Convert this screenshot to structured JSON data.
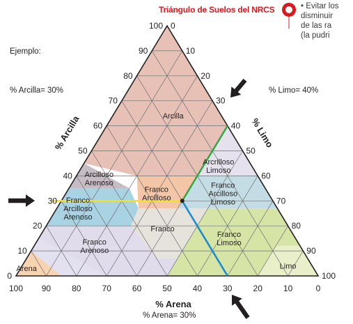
{
  "header": {
    "title": "Triángulo de Suelos del NRCS",
    "side_text": [
      "• Evitar los",
      "disminuir",
      "de las ra",
      "(la pudri"
    ]
  },
  "example": {
    "heading": "Ejemplo:",
    "clay": "% Arcilla= 30%",
    "silt": "% Limo= 40%",
    "sand": "% Arena= 30%"
  },
  "axes": {
    "clay_label": "% Arcilla",
    "silt_label": "% Limo",
    "sand_label": "% Arena",
    "clay_ticks": [
      "0",
      "10",
      "20",
      "30",
      "40",
      "50",
      "60",
      "70",
      "80",
      "90",
      "100"
    ],
    "silt_ticks": [
      "0",
      "10",
      "20",
      "30",
      "40",
      "50",
      "60",
      "70",
      "80",
      "90",
      "100"
    ],
    "sand_ticks": [
      "100",
      "90",
      "80",
      "70",
      "60",
      "50",
      "40",
      "30",
      "20",
      "10",
      "0"
    ]
  },
  "regions": [
    {
      "id": "arcilla",
      "lines": [
        "Arcilla"
      ],
      "color": "#e8c1b6"
    },
    {
      "id": "arcilloso-arenoso",
      "lines": [
        "Arcilloso",
        "Arenoso"
      ],
      "color": "#c5bcc4"
    },
    {
      "id": "arcilloso-limoso",
      "lines": [
        "Arcrilloso",
        "Limoso"
      ],
      "color": "#e5e2ee"
    },
    {
      "id": "franco-arcilloso",
      "lines": [
        "Franco",
        "Arcilloso"
      ],
      "color": "#f2c6a6"
    },
    {
      "id": "franco-arcilloso-limoso",
      "lines": [
        "Franco",
        "Arcilloso",
        "Limoso"
      ],
      "color": "#c4dde4"
    },
    {
      "id": "franco-arcilloso-arenoso",
      "lines": [
        "Franco",
        "Arcilloso",
        "Arenoso"
      ],
      "color": "#a9d2e2"
    },
    {
      "id": "franco",
      "lines": [
        "Franco"
      ],
      "color": "#e6e2dc"
    },
    {
      "id": "franco-limoso",
      "lines": [
        "Franco",
        "Limoso"
      ],
      "color": "#d6e5a6"
    },
    {
      "id": "limo",
      "lines": [
        "Limo"
      ],
      "color": "#e9efc9"
    },
    {
      "id": "franco-arenoso",
      "lines": [
        "Franco",
        "Arenoso"
      ],
      "color": "#e0dcec"
    },
    {
      "id": "arena-franca",
      "lines": [],
      "color": "#e3e0ef"
    },
    {
      "id": "arena",
      "lines": [
        "Arena"
      ],
      "color": "#f6d4b2"
    }
  ],
  "example_point": {
    "clay": 30,
    "silt": 40,
    "sand": 30
  },
  "colors": {
    "title": "#d71920",
    "clay_guide": "#f5e21b",
    "silt_guide": "#37a84a",
    "sand_guide": "#1b8dcc",
    "grid": "#6d6e71",
    "arrow": "#231f20"
  }
}
